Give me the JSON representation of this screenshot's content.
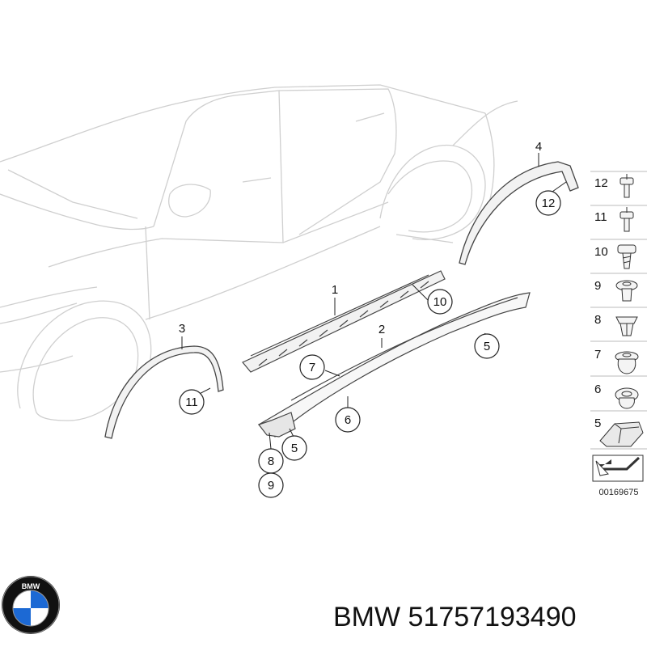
{
  "callouts": [
    {
      "num": "1"
    },
    {
      "num": "2"
    },
    {
      "num": "3"
    },
    {
      "num": "4"
    },
    {
      "num": "5"
    },
    {
      "num": "5"
    },
    {
      "num": "6"
    },
    {
      "num": "7"
    },
    {
      "num": "8"
    },
    {
      "num": "9"
    },
    {
      "num": "10"
    },
    {
      "num": "11"
    },
    {
      "num": "12"
    }
  ],
  "legend": {
    "items": [
      {
        "num": "12",
        "icon": "rivet-icon"
      },
      {
        "num": "11",
        "icon": "rivet-icon"
      },
      {
        "num": "10",
        "icon": "screw-icon"
      },
      {
        "num": "9",
        "icon": "expansion-clip-icon"
      },
      {
        "num": "8",
        "icon": "expansion-clip-icon"
      },
      {
        "num": "7",
        "icon": "push-clip-icon"
      },
      {
        "num": "6",
        "icon": "push-clip-icon"
      },
      {
        "num": "5",
        "icon": "holder-icon"
      }
    ],
    "reference": "00169675"
  },
  "brand": {
    "logo_text": "BMW",
    "title": "BMW 51757193490",
    "colors": {
      "blue": "#1c69d4",
      "ring": "#111111",
      "white": "#ffffff"
    }
  }
}
